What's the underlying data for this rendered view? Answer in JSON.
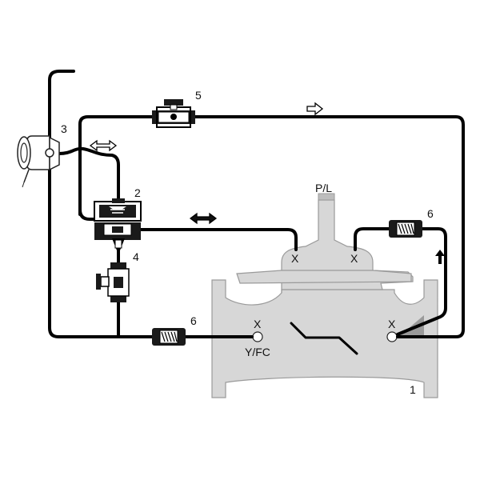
{
  "labels": {
    "main_valve": "1",
    "pilot": "2",
    "solenoid": "3",
    "ball_valve_lower": "4",
    "ball_valve_upper": "5",
    "strainer_bottom": "6",
    "strainer_right": "6",
    "top_port": "P/L",
    "port_x_top_left": "X",
    "port_x_top_right": "X",
    "port_x_body_left": "X",
    "port_x_body_right": "X",
    "port_yfc": "Y/FC"
  },
  "colors": {
    "pipe": "#000000",
    "valve_body": "#d7d7d7",
    "valve_edge": "#9a9a9a"
  },
  "icons": {
    "flow_arrow_hollow": "hollow-right-arrow-icon",
    "flow_arrow_double_white": "double-arrow-icon",
    "flow_arrow_double_black": "double-arrow-icon",
    "flow_arrow_up": "up-arrow-icon",
    "strainer": "strainer-icon",
    "needle_valve": "needle-valve-icon",
    "solenoid": "solenoid-icon"
  }
}
